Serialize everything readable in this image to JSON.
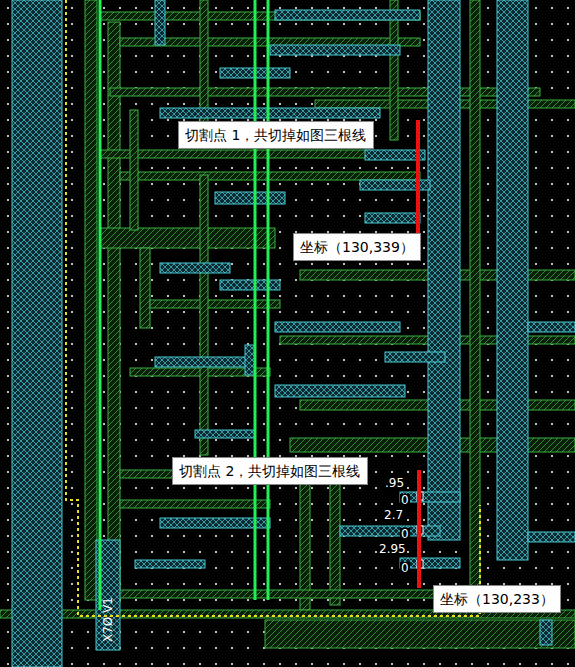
{
  "diagram": {
    "nodes": [
      {
        "text": [
          "切割点 1，共切掉如图三根线"
        ]
      },
      {
        "text": [
          "坐标（130,339）"
        ]
      },
      {
        "text": [
          "切割点 2，共切掉如图三根线"
        ]
      },
      {
        "text": [
          "坐标（130,233）"
        ]
      }
    ],
    "labels": [
      ".95",
      "0",
      "2.7",
      "0",
      "2.95",
      "0",
      "X7Ø V1"
    ]
  }
}
